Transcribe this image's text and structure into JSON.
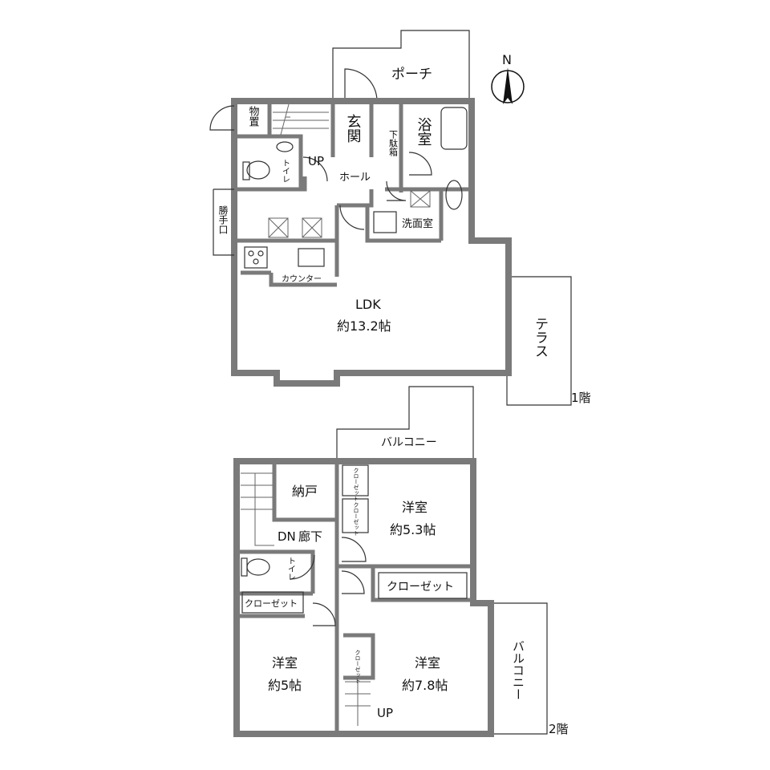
{
  "compass": {
    "north": "N"
  },
  "floor1": {
    "label": "1階",
    "rooms": {
      "porch": "ポーチ",
      "storage": "物置",
      "entrance": "玄関",
      "shoe_box": "下駄箱",
      "bathroom": "浴室",
      "toilet": "トイレ",
      "stairs_up": "UP",
      "hall": "ホール",
      "back_door": "勝手口",
      "washroom": "洗面室",
      "counter": "カウンター",
      "ldk": "LDK",
      "ldk_size": "約13.2帖",
      "terrace": "テラス"
    }
  },
  "floor2": {
    "label": "2階",
    "rooms": {
      "balcony_north": "バルコニー",
      "closet_storage": "納戸",
      "closet_small_1": "クローゼット",
      "closet_small_2": "クローゼット",
      "western_room_1": "洋室",
      "western_room_1_size": "約5.3帖",
      "stairs_down": "DN",
      "corridor": "廊下",
      "toilet": "トイレ",
      "closet_1": "クローゼット",
      "closet_2": "クローゼット",
      "closet_small_3": "クローゼット",
      "western_room_2": "洋室",
      "western_room_2_size": "約5帖",
      "western_room_3": "洋室",
      "western_room_3_size": "約7.8帖",
      "stairs_up": "UP",
      "balcony_east": "バルコニー"
    }
  }
}
